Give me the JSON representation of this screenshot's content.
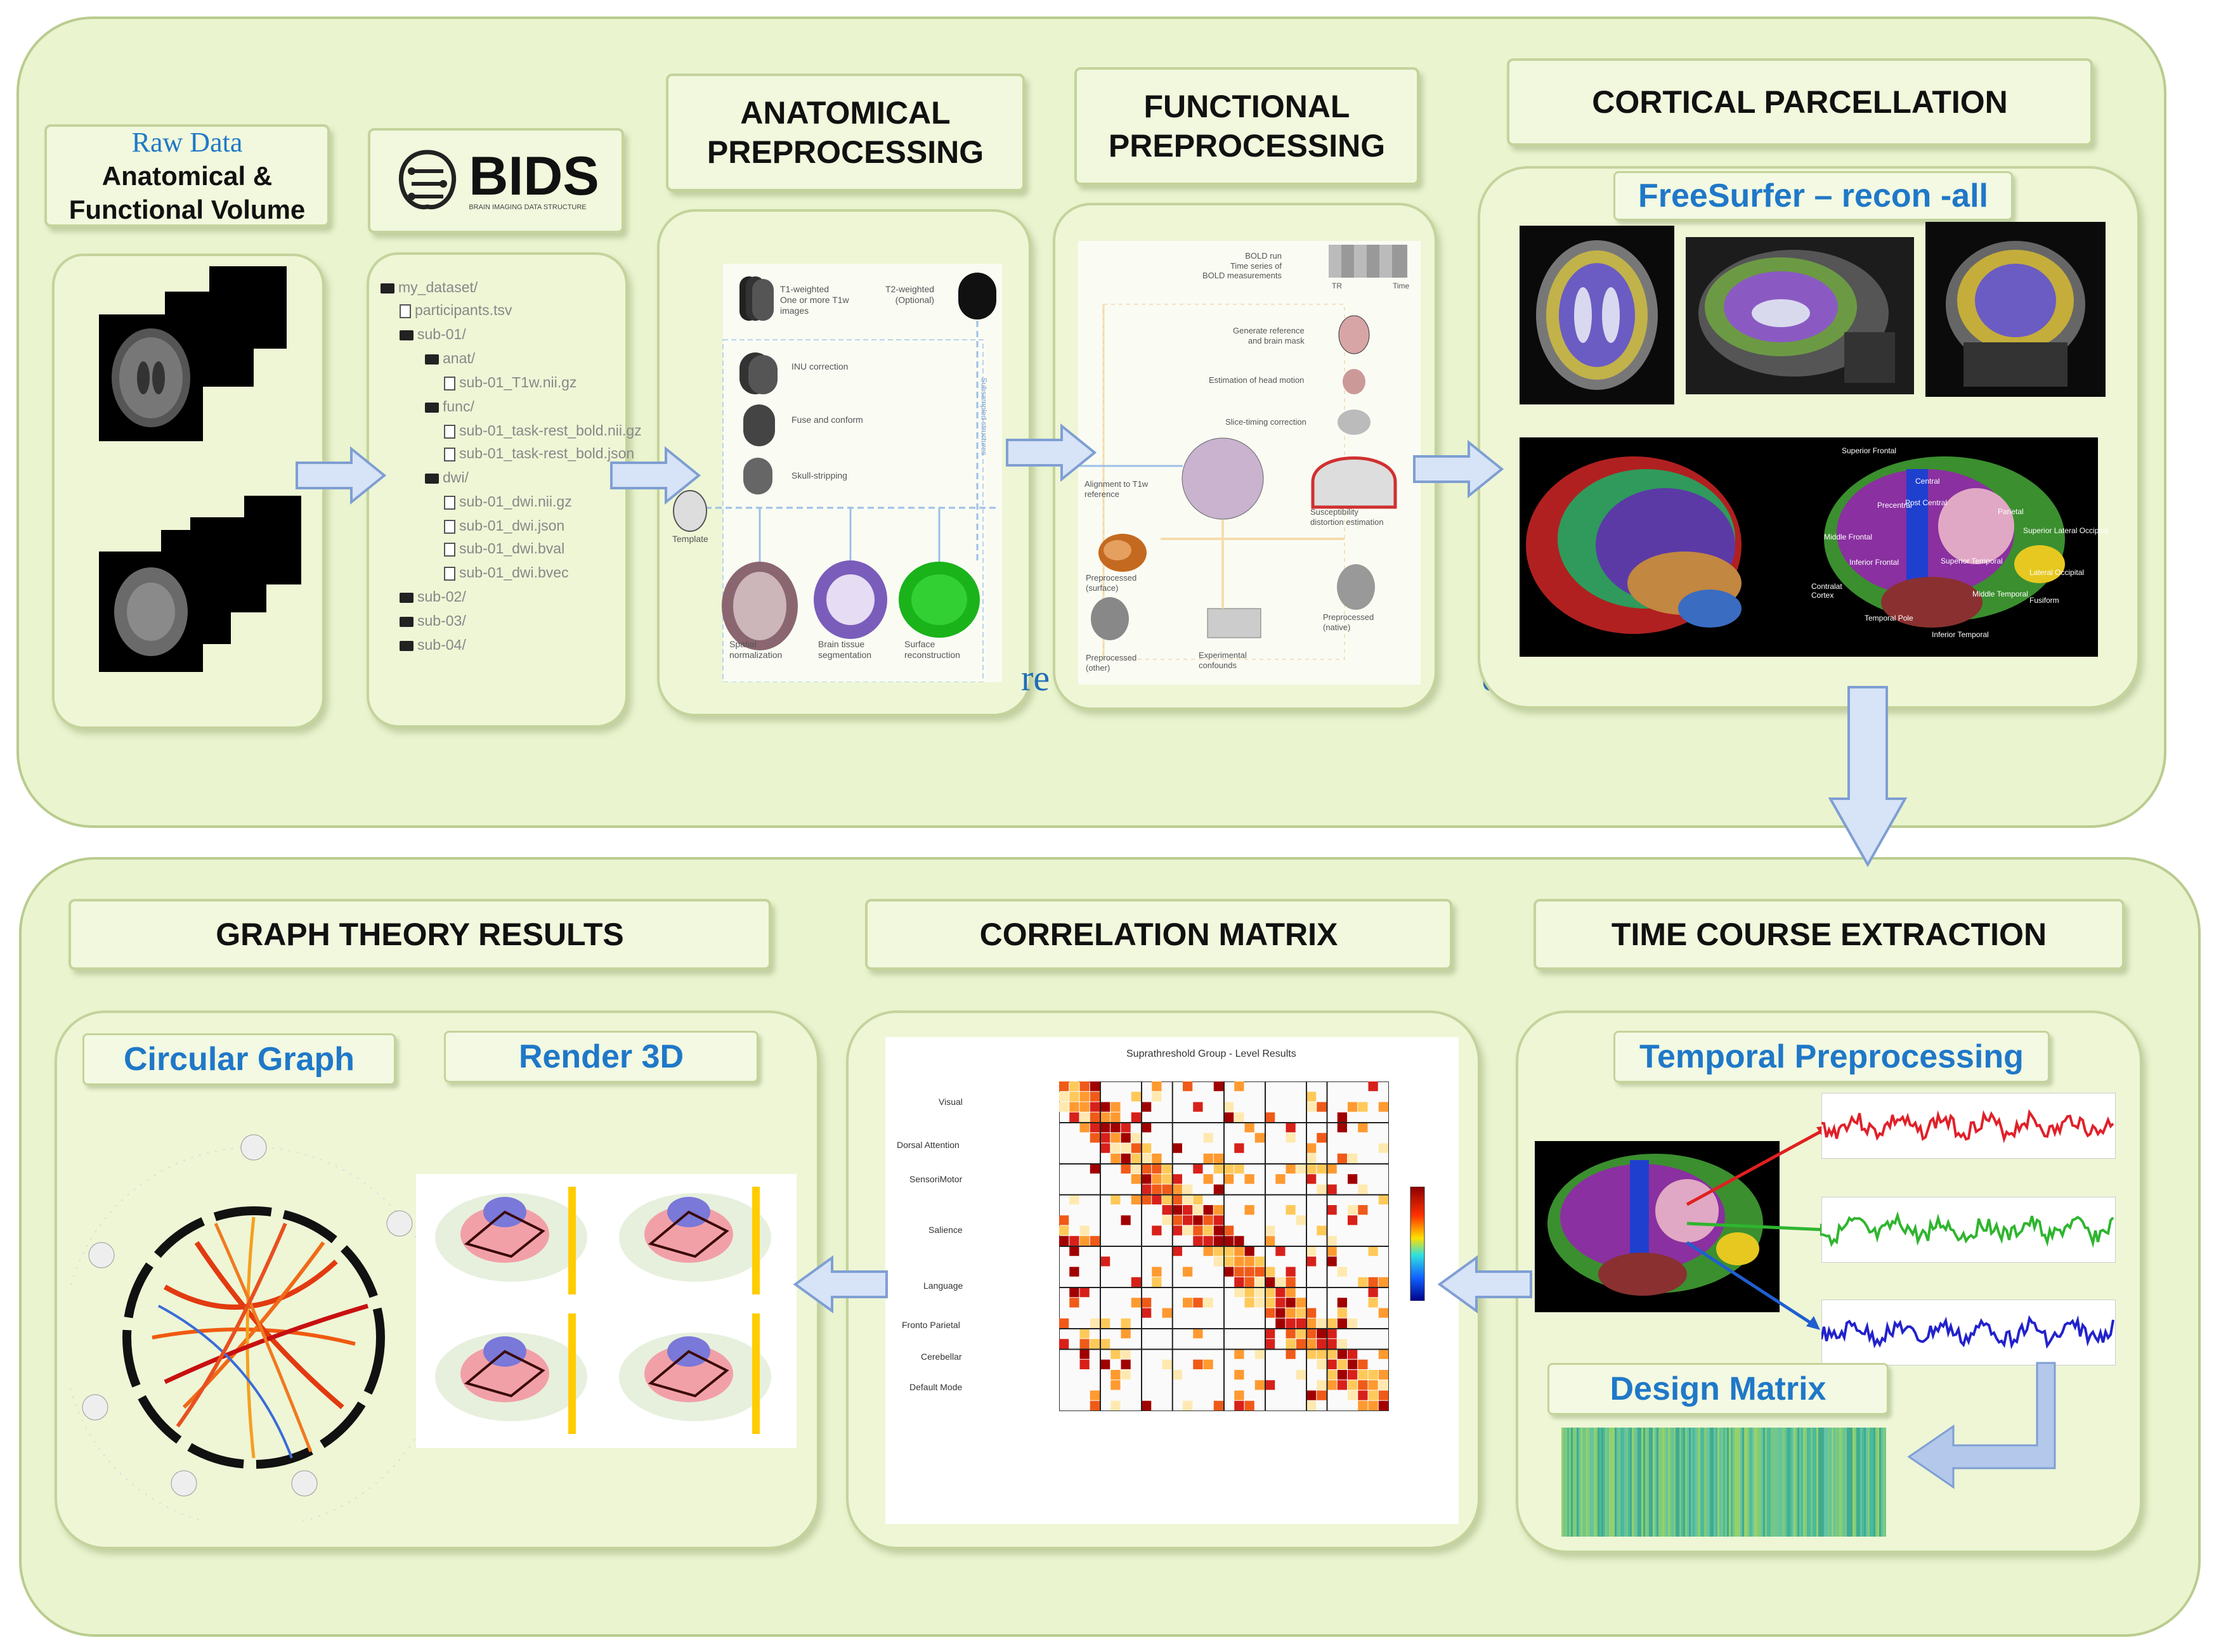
{
  "top": {
    "raw_data": {
      "line1": "Raw Data",
      "line2": "Anatomical &",
      "line3": "Functional  Volume"
    },
    "bids": {
      "logo_text": "BIDS",
      "logo_subtext": "BRAIN IMAGING DATA STRUCTURE"
    },
    "tree": [
      {
        "label": "my_dataset/",
        "kind": "folder"
      },
      {
        "label": "participants.tsv",
        "kind": "file"
      },
      {
        "label": "sub-01/",
        "kind": "folder"
      },
      {
        "label": "anat/",
        "kind": "folder"
      },
      {
        "label": "sub-01_T1w.nii.gz",
        "kind": "file"
      },
      {
        "label": "func/",
        "kind": "folder"
      },
      {
        "label": "sub-01_task-rest_bold.nii.gz",
        "kind": "file"
      },
      {
        "label": "sub-01_task-rest_bold.json",
        "kind": "file"
      },
      {
        "label": "dwi/",
        "kind": "folder"
      },
      {
        "label": "sub-01_dwi.nii.gz",
        "kind": "file"
      },
      {
        "label": "sub-01_dwi.json",
        "kind": "file"
      },
      {
        "label": "sub-01_dwi.bval",
        "kind": "file"
      },
      {
        "label": "sub-01_dwi.bvec",
        "kind": "file"
      },
      {
        "label": "sub-02/",
        "kind": "folder"
      },
      {
        "label": "sub-03/",
        "kind": "folder"
      },
      {
        "label": "sub-04/",
        "kind": "folder"
      }
    ],
    "anatomical": {
      "title_line1": "ANATOMICAL",
      "title_line2": "PREPROCESSING",
      "t1_label": "T1-weighted\nOne or more T1w\nimages",
      "t2_label": "T2-weighted\n(Optional)",
      "step1": "INU correction",
      "step2": "Fuse and conform",
      "step3": "Skull-stripping",
      "template": "Template",
      "out1": "Spatial\nnormalization",
      "out2": "Brain tissue\nsegmentation",
      "out3": "Surface\nreconstruction",
      "side_label": "Subsampled structures"
    },
    "functional": {
      "title_line1": "FUNCTIONAL",
      "title_line2": "PREPROCESSING",
      "bold_label": "BOLD run\nTime series of\nBOLD measurements",
      "tr": "TR",
      "time": "Time",
      "s1": "Generate reference\nand brain mask",
      "s2": "Estimation of head motion",
      "s3": "Slice-timing correction",
      "s4": "Alignment to T1w\nreference",
      "s5": "Susceptibility\ndistortion estimation",
      "o1": "Preprocessed\n(surface)",
      "o2": "Preprocessed\n(other)",
      "o3": "Experimental\nconfounds",
      "o4": "Preprocessed\n(native)"
    },
    "cortical": {
      "title": "CORTICAL PARCELLATION",
      "subtitle": "FreeSurfer – recon -all",
      "labels": [
        "Superior Frontal",
        "Post Central",
        "Central",
        "Parietal",
        "Superior Lateral Occipital",
        "Precentral",
        "Middle Frontal",
        "Superior Temporal",
        "Fusiform",
        "Temporal Pole",
        "Inferior Temporal",
        "Middle Temporal",
        "Contralat Cortex",
        "Inferior Frontal",
        "Lateral Occipital"
      ]
    },
    "overlay_text": "re                                               e"
  },
  "bottom": {
    "graph_title": "GRAPH THEORY RESULTS",
    "circular_graph": "Circular Graph",
    "render3d": "Render 3D",
    "corr_title": "CORRELATION MATRIX",
    "matrix_title": "Suprathreshold Group - Level Results",
    "matrix_groups": [
      "Visual",
      "Dorsal Attention",
      "SensoriMotor",
      "Salience",
      "Language",
      "Fronto Parietal",
      "Cerebellar",
      "Default Mode"
    ],
    "timecourse_title": "TIME COURSE EXTRACTION",
    "temporal": "Temporal  Preprocessing",
    "design": "Design Matrix"
  },
  "colors": {
    "outer_bg": "#eaf4cf",
    "panel_bg": "#eef6d6",
    "border": "#c4d39b",
    "accent_blue": "#1f78c8",
    "arrow_fill": "#d7e3f7",
    "arrow_stroke": "#7f9fd3",
    "trace_red": "#e0202a",
    "trace_green": "#2fb52f",
    "trace_blue": "#2222cc"
  }
}
